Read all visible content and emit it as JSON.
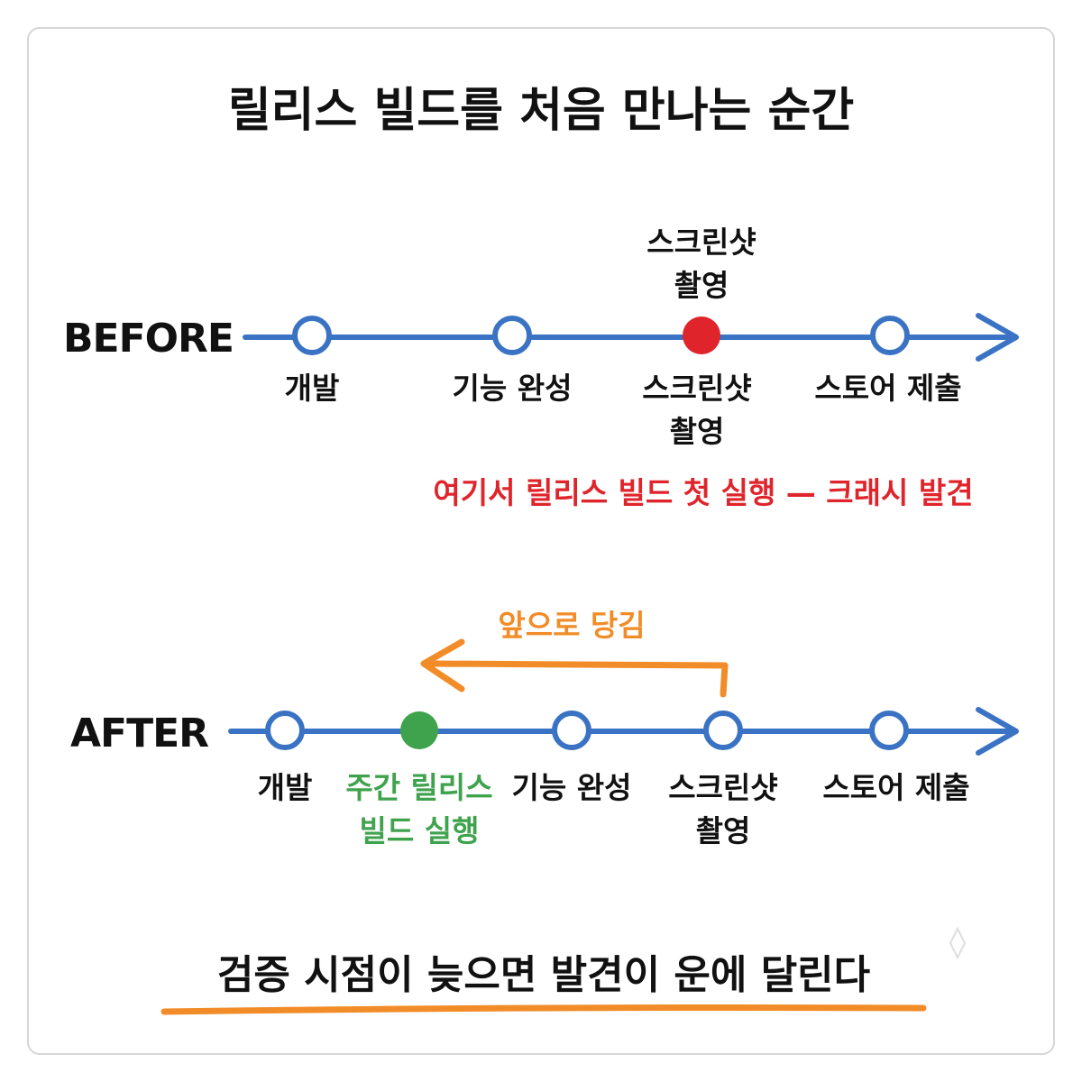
{
  "title": "릴리스 빌드를 처음 만나는 순간",
  "colors": {
    "line": "#3b73c4",
    "red": "#e0242b",
    "green": "#3fa34d",
    "orange": "#f28c28",
    "text": "#111111"
  },
  "before": {
    "label": "BEFORE",
    "above_label": [
      "스크린샷",
      "촬영"
    ],
    "nodes": [
      {
        "lines": [
          "개발"
        ],
        "type": "open"
      },
      {
        "lines": [
          "기능 완성"
        ],
        "type": "open"
      },
      {
        "lines": [
          "스크린샷",
          "촬영"
        ],
        "type": "red"
      },
      {
        "lines": [
          "스토어 제출"
        ],
        "type": "open"
      }
    ],
    "note": "여기서 릴리스 빌드 첫 실행 — 크래시 발견"
  },
  "after": {
    "label": "AFTER",
    "arrow_label": "앞으로 당김",
    "nodes": [
      {
        "lines": [
          "개발"
        ],
        "type": "open"
      },
      {
        "lines": [
          "주간 릴리스",
          "빌드 실행"
        ],
        "type": "green"
      },
      {
        "lines": [
          "기능 완성"
        ],
        "type": "open"
      },
      {
        "lines": [
          "스크린샷",
          "촬영"
        ],
        "type": "open"
      },
      {
        "lines": [
          "스토어 제출"
        ],
        "type": "open"
      }
    ]
  },
  "conclusion": "검증 시점이 늦으면 발견이 운에 달린다"
}
